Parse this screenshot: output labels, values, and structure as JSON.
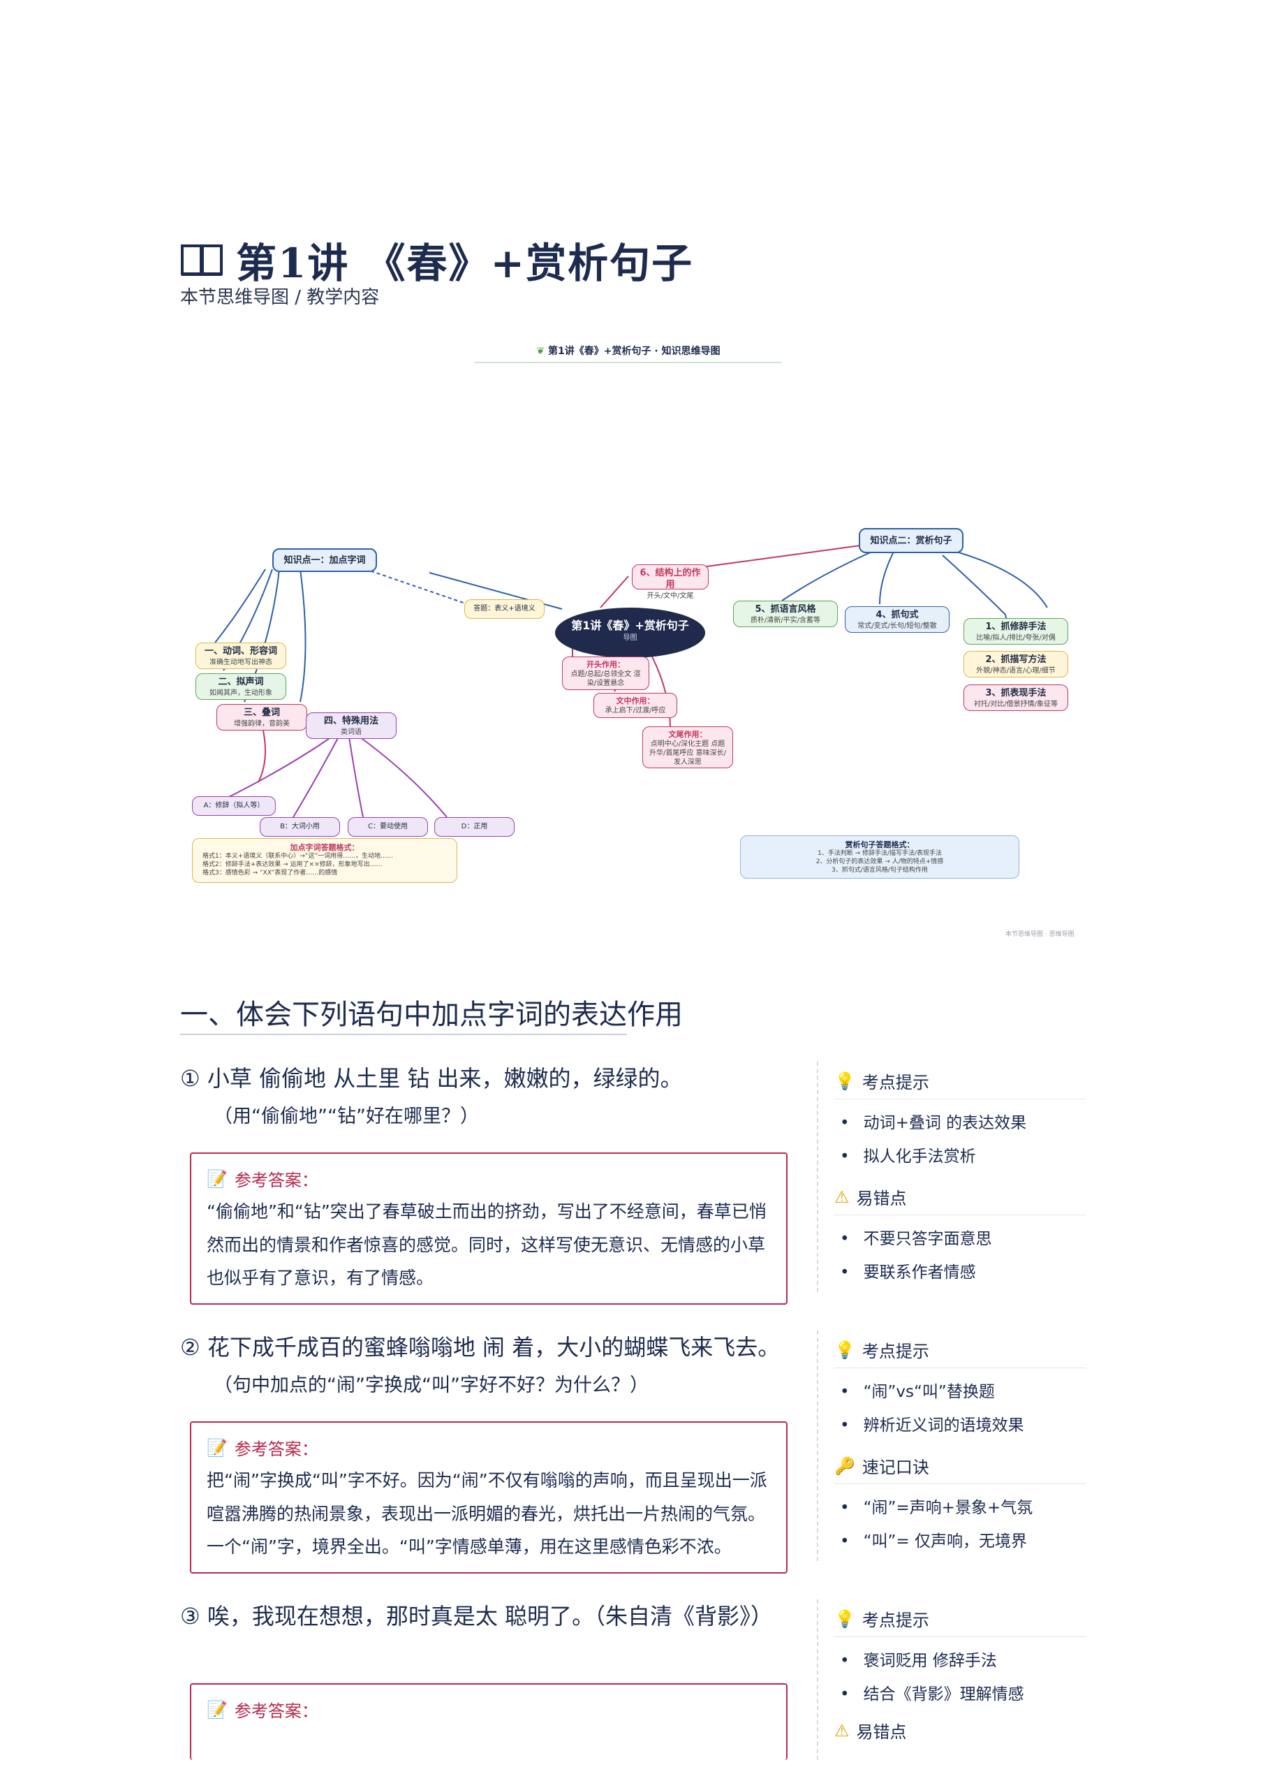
{
  "header": {
    "title": "第1讲 《春》+赏析句子",
    "subtitle": "本节思维导图 / 教学内容"
  },
  "mindmap": {
    "banner": "第1讲《春》+赏析句子 · 知识思维导图",
    "center": {
      "title": "第1讲《春》+赏析句子",
      "sub": "导图"
    },
    "kp1": "知识点一：加点字词",
    "kp2": "知识点二：赏析句子",
    "link_note": "答题：表义+语境义",
    "left_nodes": [
      {
        "title": "一、动词、形容词",
        "sub": "准确生动地写出神态"
      },
      {
        "title": "二、拟声词",
        "sub": "如闻其声，生动形象"
      },
      {
        "title": "三、叠词",
        "sub": "增强韵律，音韵美"
      },
      {
        "title": "四、特殊用法",
        "sub": "类词语"
      }
    ],
    "special": [
      "A：修辞（拟人等）",
      "B：大词小用",
      "C：要动使用",
      "D：正用"
    ],
    "middle_nodes": [
      {
        "title": "6、结构上的作用",
        "sub": "开头/文中/文尾"
      },
      {
        "title": "开头作用：",
        "sub": "点题/总起/总领全文 渲染/设置悬念"
      },
      {
        "title": "文中作用：",
        "sub": "承上启下/过渡/呼应"
      },
      {
        "title": "文尾作用：",
        "sub": "点明中心/深化主题 点题升华/首尾呼应 意味深长/发人深思"
      }
    ],
    "right_nodes": [
      {
        "title": "5、抓语言风格",
        "sub": "质朴/清新/平实/含蓄等"
      },
      {
        "title": "4、抓句式",
        "sub": "常式/变式/长句/短句/整散"
      },
      {
        "title": "1、抓修辞手法",
        "sub": "比喻/拟人/排比/夸张/对偶"
      },
      {
        "title": "2、抓描写方法",
        "sub": "外貌/神态/语言/心理/细节"
      },
      {
        "title": "3、抓表现手法",
        "sub": "衬托/对比/借景抒情/象征等"
      }
    ],
    "box_left": {
      "title": "加点字词答题格式：",
      "lines": [
        "格式1：本义+语境义（联系中心）→“这”一词用得……，生动地……",
        "格式2：修辞手法+表达效果 → 运用了××修辞，形象地写出……",
        "格式3：感情色彩 → “XX”表现了作者……的感情"
      ]
    },
    "box_right": {
      "title": "赏析句子答题格式：",
      "lines": [
        "1、手法判断 → 修辞手法/描写手法/表现手法",
        "2、分析句子的表达效果 → 人/物的特点+情感",
        "3、抓句式/语言风格/句子结构作用"
      ]
    },
    "footer": "本节思维导图 · 思维导图"
  },
  "section": {
    "title": "一、体会下列语句中加点字词的表达作用"
  },
  "questions": [
    {
      "text": "① 小草 偷偷地 从土里 钻 出来，嫩嫩的，绿绿的。",
      "hint": "（用“偷偷地”“钻”好在哪里？）",
      "answer_label": "参考答案：",
      "answer": "“偷偷地”和“钻”突出了春草破土而出的挤劲，写出了不经意间，春草已悄然而出的情景和作者惊喜的感觉。同时，这样写使无意识、无情感的小草也似乎有了意识，有了情感。",
      "side": [
        {
          "head": "考点提示",
          "icon": "bulb-icon",
          "items": [
            "动词+叠词 的表达效果",
            "拟人化手法赏析"
          ]
        },
        {
          "head": "易错点",
          "icon": "warning-icon",
          "items": [
            "不要只答字面意思",
            "要联系作者情感"
          ]
        }
      ]
    },
    {
      "text": "② 花下成千成百的蜜蜂嗡嗡地 闹 着，大小的蝴蝶飞来飞去。",
      "hint": "（句中加点的“闹”字换成“叫”字好不好？为什么？）",
      "answer_label": "参考答案：",
      "answer": "把“闹”字换成“叫”字不好。因为“闹”不仅有嗡嗡的声响，而且呈现出一派喧嚣沸腾的热闹景象，表现出一派明媚的春光，烘托出一片热闹的气氛。一个“闹”字，境界全出。“叫”字情感单薄，用在这里感情色彩不浓。",
      "side": [
        {
          "head": "考点提示",
          "icon": "bulb-icon",
          "items": [
            "“闹”vs“叫”替换题",
            "辨析近义词的语境效果"
          ]
        },
        {
          "head": "速记口诀",
          "icon": "key-icon",
          "items": [
            "“闹”=声响+景象+气氛",
            "“叫”= 仅声响，无境界"
          ]
        }
      ]
    },
    {
      "text": "③ 唉，我现在想想，那时真是太 聪明了。（朱自清《背影》）",
      "hint": "",
      "answer_label": "参考答案：",
      "answer": "",
      "side": [
        {
          "head": "考点提示",
          "icon": "bulb-icon",
          "items": [
            "褒词贬用 修辞手法",
            "结合《背影》理解情感"
          ]
        },
        {
          "head": "易错点",
          "icon": "warning-icon",
          "items": []
        }
      ]
    }
  ],
  "colors": {
    "accent": "#b52a4e",
    "ink": "#1d2b4f",
    "map_center": "#1f2a4d",
    "node_blue": "#e6f0fb",
    "node_pink": "#fde7ee",
    "node_green": "#e6f6e6",
    "node_yellow": "#fff6d9",
    "node_purple": "#efe6f8"
  }
}
